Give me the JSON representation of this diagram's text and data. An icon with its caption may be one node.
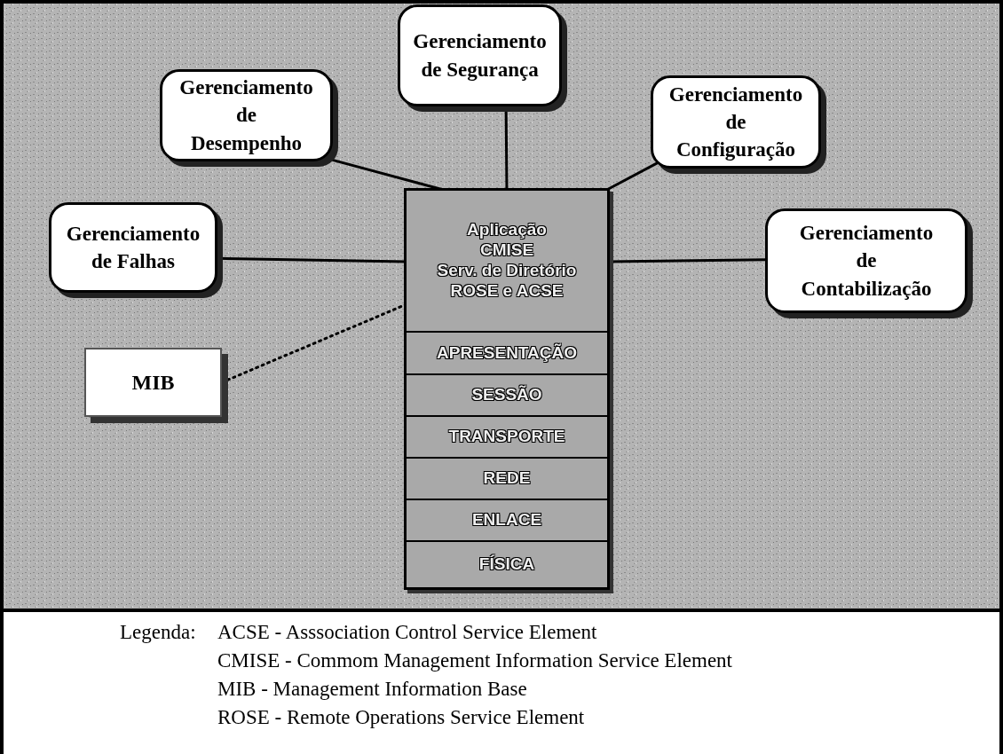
{
  "diagram": {
    "nodes": [
      {
        "text": [
          "Gerenciamento de Desempenho"
        ]
      },
      {
        "text": [
          "Gerenciamento de Segurança"
        ]
      },
      {
        "text": [
          "Gerenciamento de Configuração"
        ]
      },
      {
        "text": [
          "Gerenciamento de Falhas"
        ]
      },
      {
        "text": [
          "Gerenciamento de Contabilização"
        ]
      },
      {
        "text": [
          "MIB"
        ]
      },
      {
        "text": [],
        "shape": "box"
      },
      {
        "text": [
          "Aplicação",
          "CMISE",
          "Serv. de Diretório",
          "ROSE e ACSE"
        ],
        "in": 6
      },
      {
        "text": [
          "APRESENTAÇÃO"
        ],
        "in": 6
      },
      {
        "text": [
          "SESSÃO"
        ],
        "in": 6
      },
      {
        "text": [
          "TRANSPORTE"
        ],
        "in": 6
      },
      {
        "text": [
          "REDE"
        ],
        "in": 6
      },
      {
        "text": [
          "ENLACE"
        ],
        "in": 6
      },
      {
        "text": [
          "FÍSICA"
        ],
        "in": 6
      }
    ],
    "edges": [
      {
        "from": 0,
        "to": 7,
        "arrow": "none"
      },
      {
        "from": 1,
        "to": 7,
        "arrow": "none"
      },
      {
        "from": 2,
        "to": 7,
        "arrow": "none"
      },
      {
        "from": 3,
        "to": 7,
        "arrow": "none"
      },
      {
        "from": 4,
        "to": 7,
        "arrow": "none"
      },
      {
        "from": 5,
        "to": 7,
        "arrow": "none",
        "style": "dashed"
      }
    ],
    "labels": [
      "Legenda:",
      "ACSE - Asssociation Control Service Element",
      "CMISE - Commom Management Information Service Element",
      "MIB - Management Information Base",
      "ROSE - Remote Operations Service Element"
    ]
  }
}
